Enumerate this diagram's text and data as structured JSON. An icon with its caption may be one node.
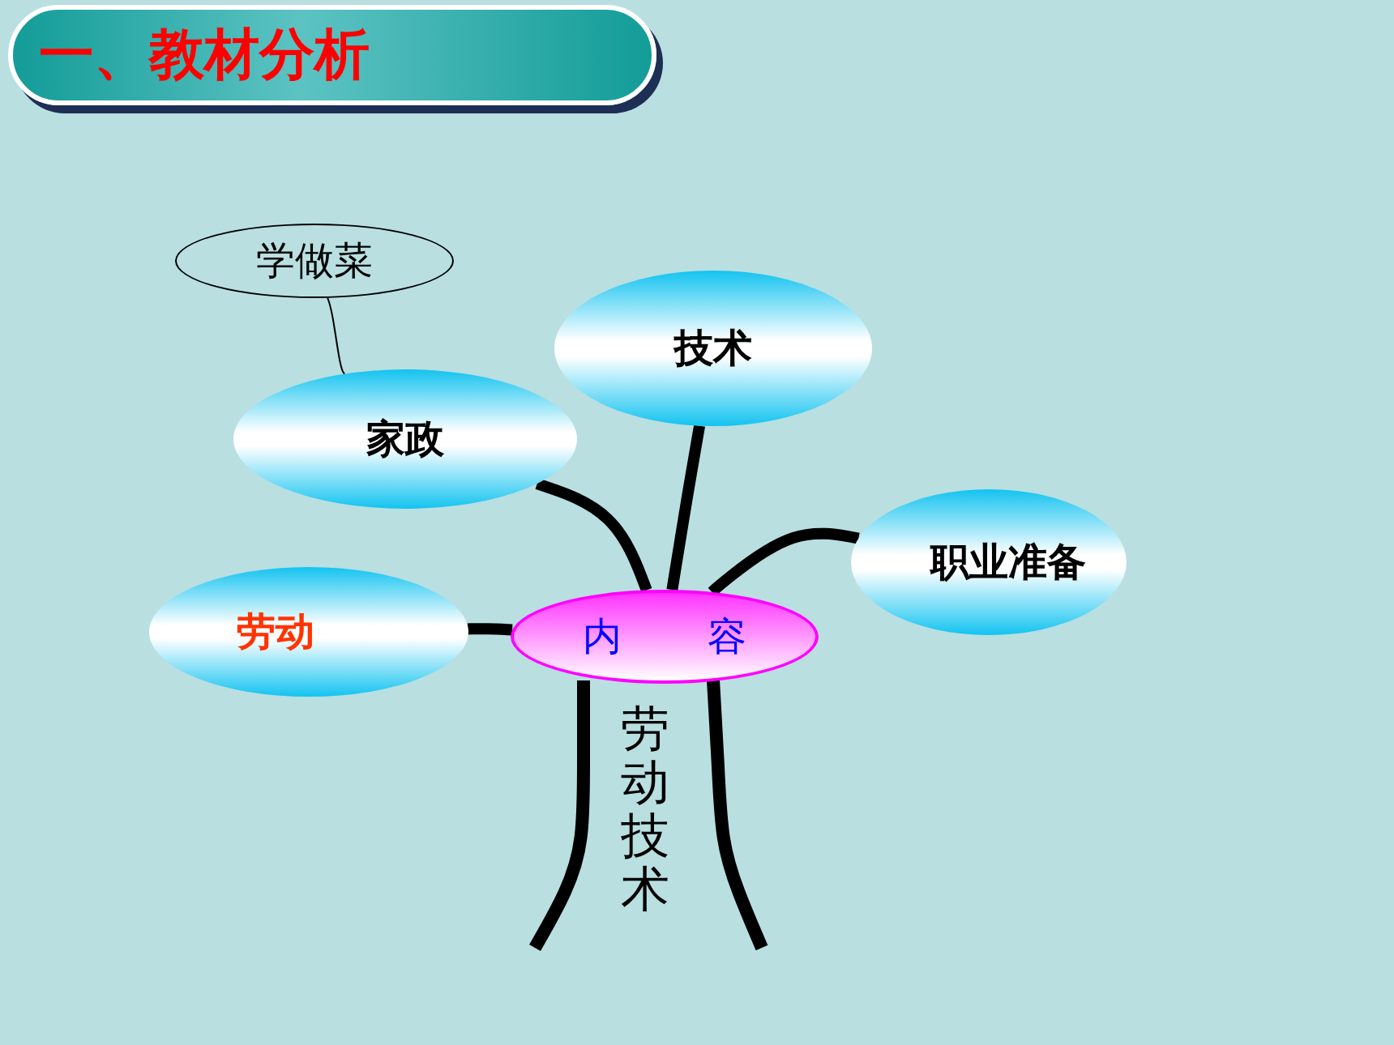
{
  "diagram": {
    "title": "一、教材分析",
    "nodes": [
      {
        "text": [
          "学做菜"
        ]
      },
      {
        "text": [
          "家政"
        ]
      },
      {
        "text": [
          "技术"
        ]
      },
      {
        "text": [
          "职业准备"
        ]
      },
      {
        "text": [
          "劳动"
        ]
      },
      {
        "text": [
          "内容"
        ]
      }
    ],
    "edges": [
      {
        "from": 0,
        "to": 1,
        "arrow": "none"
      },
      {
        "from": 1,
        "to": 5,
        "arrow": "none"
      },
      {
        "from": 2,
        "to": 5,
        "arrow": "none"
      },
      {
        "from": 3,
        "to": 5,
        "arrow": "none"
      },
      {
        "from": 4,
        "to": 5,
        "arrow": "none"
      }
    ],
    "labels": [
      "劳动技术"
    ]
  }
}
